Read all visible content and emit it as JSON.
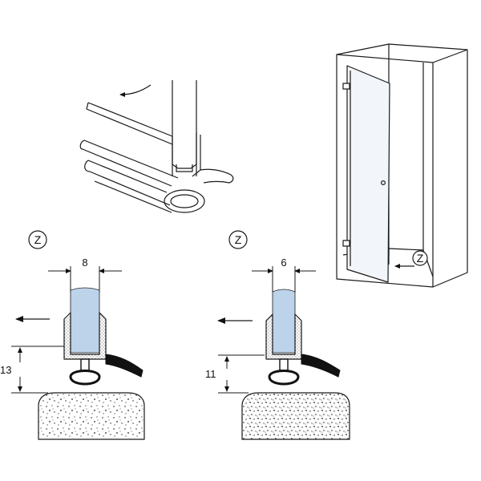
{
  "detail_marker": "Z",
  "door_callout": "Z",
  "left_profile": {
    "glass_width": "8",
    "seal_height": "13"
  },
  "right_profile": {
    "glass_width": "6",
    "seal_height": "11"
  },
  "colors": {
    "glass": "#bcd3ea",
    "seal": "#ffffff",
    "line": "#1a1a1a",
    "concrete": "#ffffff"
  }
}
